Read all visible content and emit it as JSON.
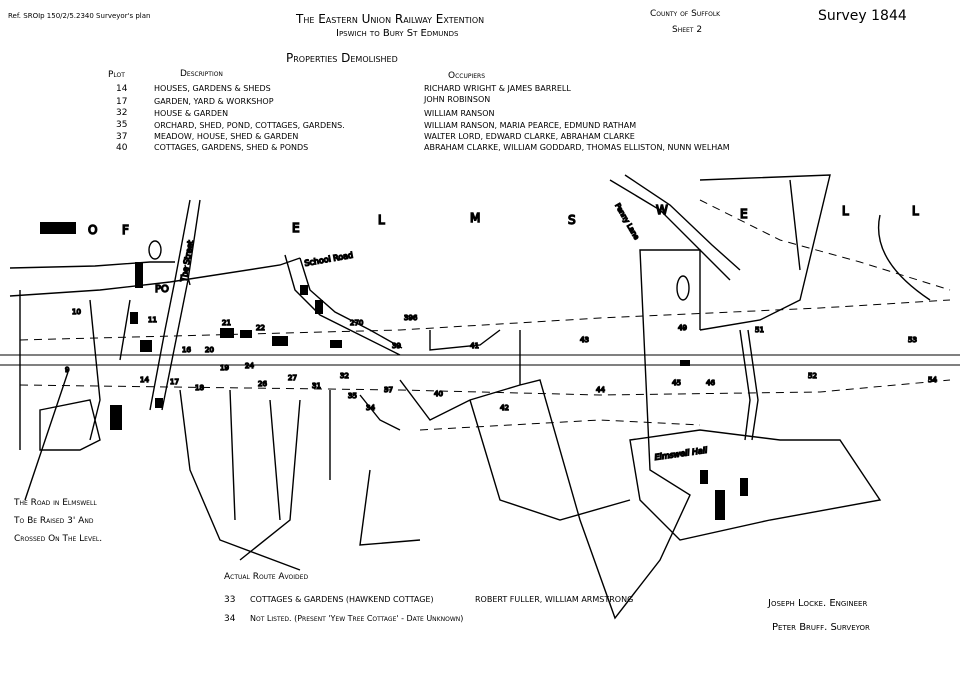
{
  "header": {
    "ref": "Ref. SROIp 150/2/5.2340 Surveyor's plan",
    "title_line1": "The Eastern Union Railway Extention",
    "title_line2": "Ipswich to Bury St Edmunds",
    "county": "County of Suffolk",
    "sheet": "Sheet 2",
    "survey": "Survey 1844"
  },
  "properties": {
    "title": "Properties Demolished",
    "col_plot": "Plot",
    "col_description": "Description",
    "col_occupiers": "Occupiers",
    "rows": [
      {
        "plot": "14",
        "description": "Houses, Gardens & Sheds",
        "occupiers": "Richard Wright & James Barrell"
      },
      {
        "plot": "17",
        "description": "Garden, Yard & Workshop",
        "occupiers": "John Robinson"
      },
      {
        "plot": "32",
        "description": "House & Garden",
        "occupiers": "William Ranson"
      },
      {
        "plot": "35",
        "description": "Orchard, Shed, Pond, Cottages, Gardens.",
        "occupiers": "William Ranson, Maria Pearce, Edmund Ratham"
      },
      {
        "plot": "37",
        "description": "Meadow, House, Shed & Garden",
        "occupiers": "Walter Lord, Edward Clarke, Abraham Clarke"
      },
      {
        "plot": "40",
        "description": "Cottages, Gardens, Shed & Ponds",
        "occupiers": "Abraham Clarke, William Goddard, Thomas Elliston, Nunn Welham"
      }
    ]
  },
  "map": {
    "village_letters": [
      "O",
      "F",
      "E",
      "L",
      "M",
      "S",
      "W",
      "E",
      "L",
      "L"
    ],
    "the_street": "The Street",
    "school_road": "School Road",
    "penny_lane": "Penny Lane",
    "post_office": "PO",
    "hall": "Elmswell Hall",
    "plots": [
      "10",
      "11",
      "9",
      "14",
      "16",
      "17",
      "18",
      "19",
      "20",
      "21",
      "22",
      "24",
      "26",
      "27",
      "31",
      "32",
      "35",
      "34",
      "37",
      "270",
      "396",
      "39",
      "40",
      "41",
      "42",
      "43",
      "44",
      "45",
      "46",
      "49",
      "51",
      "52",
      "53",
      "54"
    ]
  },
  "notes": {
    "road_note_1": "The Road in Elmswell",
    "road_note_2": "To Be Raised 3' And",
    "road_note_3": "Crossed On The Level."
  },
  "avoided": {
    "title": "Actual Route Avoided",
    "row1_plot": "33",
    "row1_desc": "Cottages & Gardens (Hawkend Cottage)",
    "row1_occ": "Robert Fuller, William Armstrong",
    "row2_plot": "34",
    "row2_desc": "Not Listed. (Present 'Yew Tree Cottage' - Date Unknown)"
  },
  "signatures": {
    "engineer": "Joseph Locke. Engineer",
    "surveyor": "Peter Bruff. Surveyor"
  }
}
